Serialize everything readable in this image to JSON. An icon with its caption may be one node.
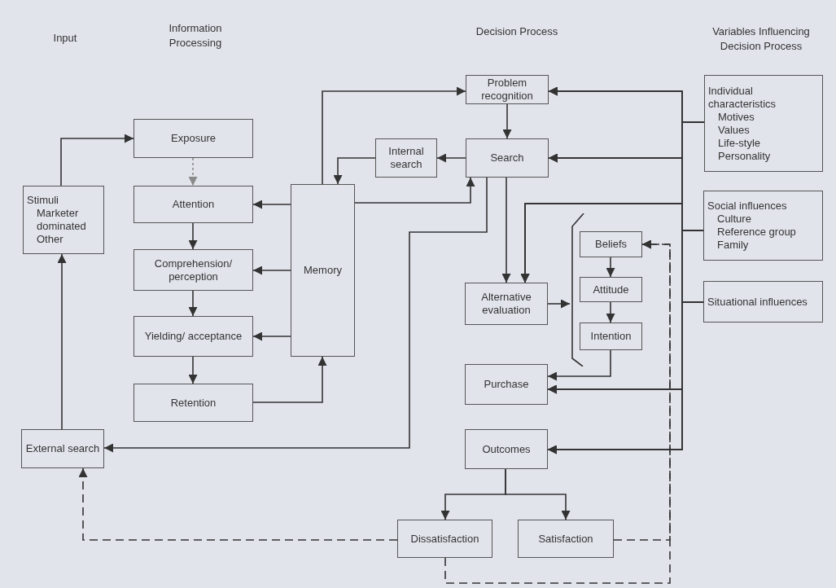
{
  "diagram": {
    "nodes": [
      {
        "text": [
          "Stimuli",
          "Marketer dominated",
          "Other"
        ]
      },
      {
        "text": [
          "Exposure"
        ]
      },
      {
        "text": [
          "Attention"
        ]
      },
      {
        "text": [
          "Comprehension/ perception"
        ]
      },
      {
        "text": [
          "Yielding/ acceptance"
        ]
      },
      {
        "text": [
          "Retention"
        ]
      },
      {
        "text": [
          "Memory"
        ]
      },
      {
        "text": [
          "External search"
        ]
      },
      {
        "text": [
          "Problem recognition"
        ]
      },
      {
        "text": [
          "Internal search"
        ]
      },
      {
        "text": [
          "Search"
        ]
      },
      {
        "text": [
          "Alternative evaluation"
        ]
      },
      {
        "text": [
          "Beliefs"
        ]
      },
      {
        "text": [
          "Attitude"
        ]
      },
      {
        "text": [
          "Intention"
        ]
      },
      {
        "text": [
          "Purchase"
        ]
      },
      {
        "text": [
          "Outcomes"
        ]
      },
      {
        "text": [
          "Dissatisfaction"
        ]
      },
      {
        "text": [
          "Satisfaction"
        ]
      },
      {
        "text": [
          "Individual characteristics",
          "Motives",
          "Values",
          "Life-style",
          "Personality"
        ]
      },
      {
        "text": [
          "Social influences",
          "Culture",
          "Reference group",
          "Family"
        ]
      },
      {
        "text": [
          "Situational influences"
        ]
      },
      {
        "text": [],
        "shape": "bracket"
      }
    ],
    "edges": [
      {
        "from": 0,
        "to": 1,
        "arrow": "to"
      },
      {
        "from": 1,
        "to": 2,
        "arrow": "to",
        "style": "dashed",
        "color": "#8a8a8a"
      },
      {
        "from": 2,
        "to": 3,
        "arrow": "to"
      },
      {
        "from": 3,
        "to": 4,
        "arrow": "to"
      },
      {
        "from": 4,
        "to": 5,
        "arrow": "to"
      },
      {
        "from": 6,
        "to": 2,
        "arrow": "to"
      },
      {
        "from": 6,
        "to": 3,
        "arrow": "to"
      },
      {
        "from": 6,
        "to": 4,
        "arrow": "to"
      },
      {
        "from": 5,
        "to": 6,
        "arrow": "to"
      },
      {
        "from": 7,
        "to": 0,
        "arrow": "to"
      },
      {
        "from": 6,
        "to": 8,
        "arrow": "to"
      },
      {
        "from": 8,
        "to": 10,
        "arrow": "to"
      },
      {
        "from": 10,
        "to": 9,
        "arrow": "to"
      },
      {
        "from": 9,
        "to": 6,
        "arrow": "to"
      },
      {
        "from": 6,
        "to": 10,
        "arrow": "to"
      },
      {
        "from": 10,
        "to": 7,
        "arrow": "to"
      },
      {
        "from": 10,
        "to": 11,
        "arrow": "to"
      },
      {
        "from": 11,
        "to": 22,
        "arrow": "to"
      },
      {
        "from": 12,
        "to": 13,
        "arrow": "to"
      },
      {
        "from": 13,
        "to": 14,
        "arrow": "to"
      },
      {
        "from": 14,
        "to": 15,
        "arrow": "to"
      },
      {
        "from": 16,
        "to": 17,
        "arrow": "to"
      },
      {
        "from": 16,
        "to": 18,
        "arrow": "to"
      },
      {
        "from": 17,
        "to": 7,
        "arrow": "to",
        "style": "dashed"
      },
      {
        "from": 17,
        "to": 12,
        "arrow": "to",
        "style": "dashed"
      },
      {
        "from": 18,
        "to": 12,
        "arrow": "to",
        "style": "dashed"
      },
      {
        "from": 19,
        "to": 8,
        "arrow": "to"
      },
      {
        "from": 19,
        "to": 10,
        "arrow": "to"
      },
      {
        "from": 19,
        "to": 11,
        "arrow": "to"
      },
      {
        "from": 19,
        "to": 15,
        "arrow": "to"
      },
      {
        "from": 19,
        "to": 16,
        "arrow": "to"
      },
      {
        "from": 20,
        "to": 8,
        "arrow": "to"
      },
      {
        "from": 20,
        "to": 10,
        "arrow": "to"
      },
      {
        "from": 20,
        "to": 11,
        "arrow": "to"
      },
      {
        "from": 20,
        "to": 15,
        "arrow": "to"
      },
      {
        "from": 20,
        "to": 16,
        "arrow": "to"
      },
      {
        "from": 21,
        "to": 8,
        "arrow": "to"
      },
      {
        "from": 21,
        "to": 10,
        "arrow": "to"
      },
      {
        "from": 21,
        "to": 11,
        "arrow": "to"
      },
      {
        "from": 21,
        "to": 15,
        "arrow": "to"
      },
      {
        "from": 21,
        "to": 16,
        "arrow": "to"
      }
    ],
    "labels": [
      "Input",
      "Information Processing",
      "Decision Process",
      "Variables Influencing Decision Process"
    ]
  }
}
